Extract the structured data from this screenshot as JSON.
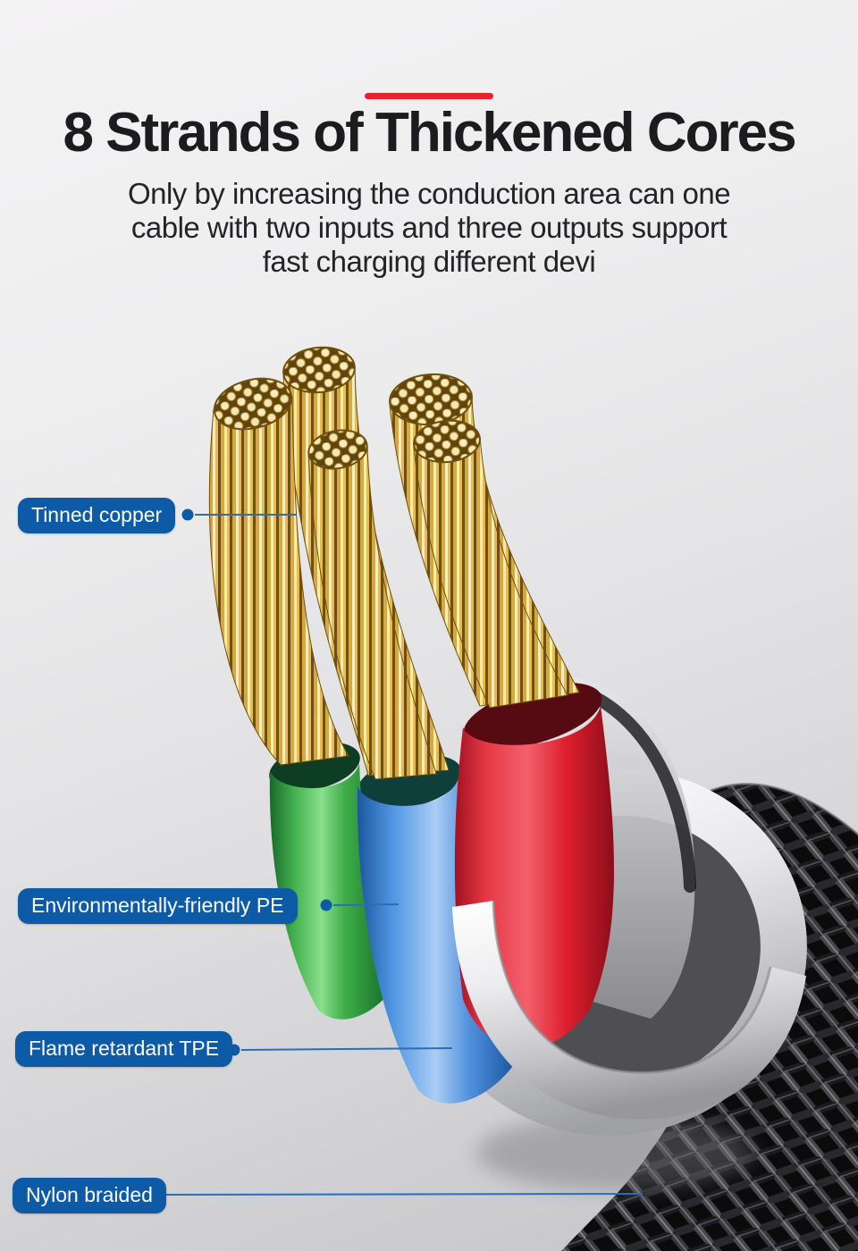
{
  "header": {
    "title": "8 Strands of Thickened Cores",
    "subtitle_line1": "Only by increasing the conduction area can one",
    "subtitle_line2": "cable with two inputs and three outputs support",
    "subtitle_line3": "fast charging different devi"
  },
  "labels": [
    {
      "id": "tinned-copper",
      "text": "Tinned copper"
    },
    {
      "id": "environmentally-friendly-pe",
      "text": "Environmentally-friendly PE"
    },
    {
      "id": "flame-retardant-tpe",
      "text": "Flame retardant TPE"
    },
    {
      "id": "nylon-braided",
      "text": "Nylon braided"
    }
  ],
  "colors": {
    "accent_red": "#e8212b",
    "label_blue": "#0d5aa7",
    "leader_line": "#2d6db5",
    "title_color": "#1c1c1e",
    "subtitle_color": "#242428",
    "copper_gold": "#d4a843",
    "insulation_green": "#3fae4a",
    "insulation_blue": "#4f8fdc",
    "insulation_red": "#e2192b",
    "tpe_silver": "#e9e9ea",
    "braid_black": "#0b0b0c"
  }
}
